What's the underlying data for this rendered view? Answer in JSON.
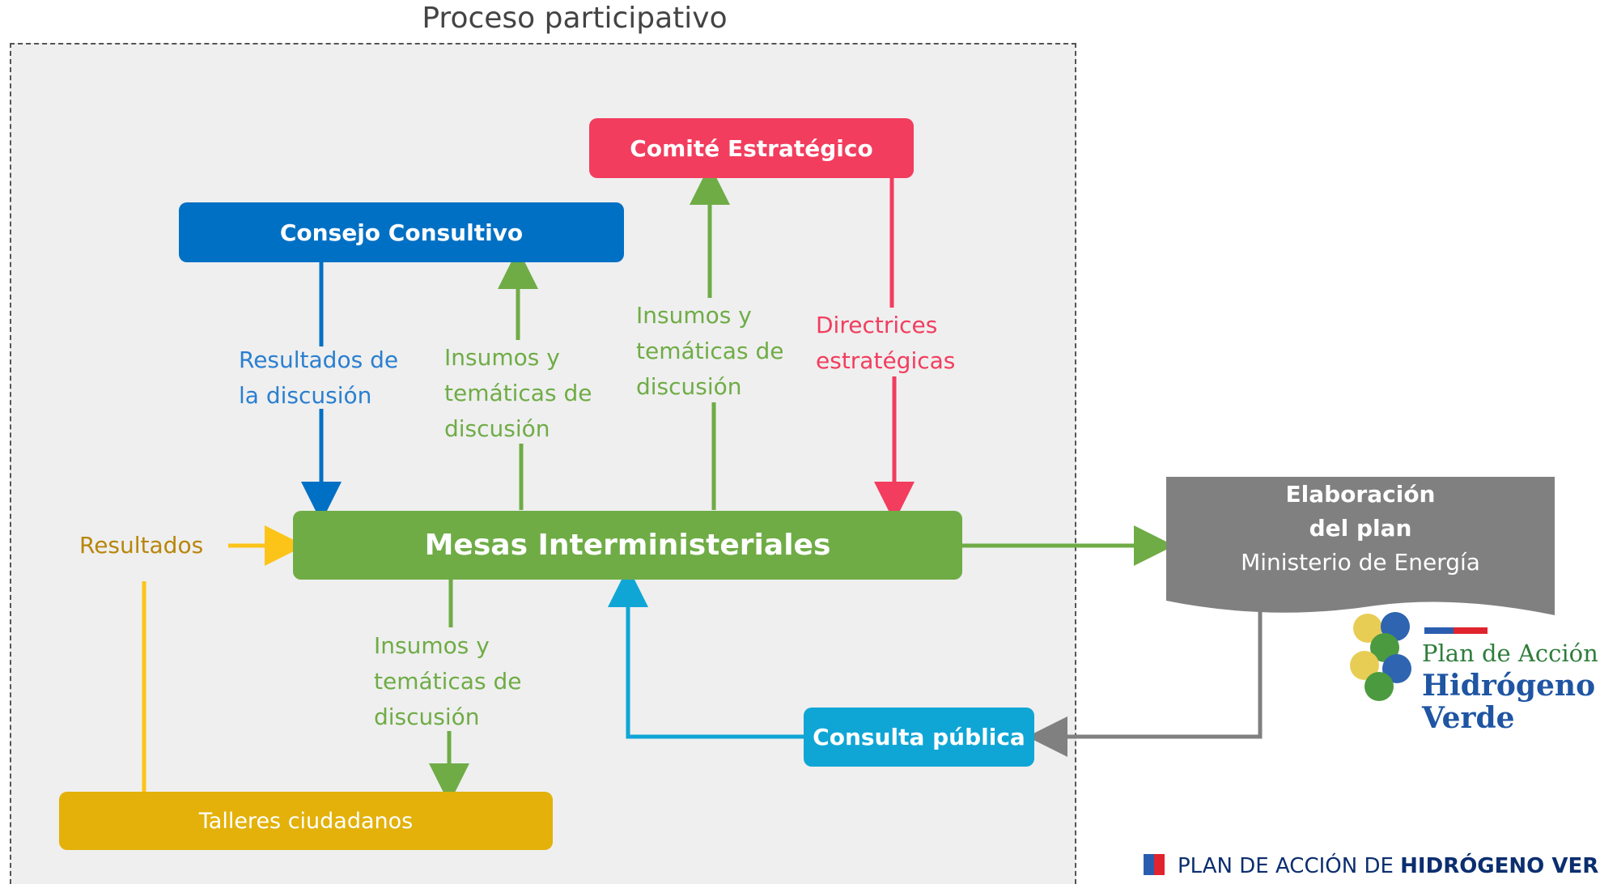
{
  "diagram": {
    "region_title": "Proceso participativo",
    "nodes": {
      "comite": "Comité Estratégico",
      "consejo": "Consejo Consultivo",
      "mesas": "Mesas Interministeriales",
      "consulta": "Consulta pública",
      "talleres": "Talleres ciudadanos",
      "elaboracion_line1": "Elaboración",
      "elaboracion_line2": "del plan",
      "elaboracion_line3": "Ministerio de Energía"
    },
    "edge_labels": {
      "resultados_discusion_1": "Resultados de",
      "resultados_discusion_2": "la discusión",
      "insumos_consejo_1": "Insumos y",
      "insumos_consejo_2": "temáticas de",
      "insumos_consejo_3": "discusión",
      "insumos_comite_1": "Insumos y",
      "insumos_comite_2": "temáticas de",
      "insumos_comite_3": "discusión",
      "directrices_1": "Directrices",
      "directrices_2": "estratégicas",
      "resultados": "Resultados",
      "insumos_talleres_1": "Insumos y",
      "insumos_talleres_2": "temáticas de",
      "insumos_talleres_3": "discusión"
    },
    "colors": {
      "comite": "#f23d5e",
      "consejo": "#0070c4",
      "mesas": "#6fac46",
      "consulta": "#0fa6d6",
      "talleres": "#e3b10a",
      "elaboracion": "#808080",
      "resultados_label": "#b8860b"
    }
  },
  "logo": {
    "line1": "Plan de Acción",
    "line2": "Hidrógeno",
    "line3": "Verde"
  },
  "footer": {
    "prefix": "PLAN DE ACCIÓN DE ",
    "bold": "HIDRÓGENO VERDE"
  }
}
